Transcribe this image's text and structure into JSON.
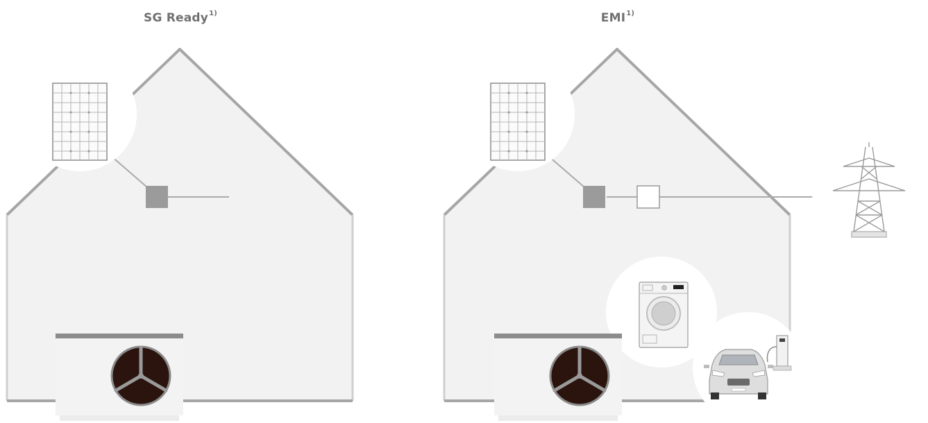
{
  "panels": [
    {
      "title": "SG Ready",
      "title_superscript": "1)"
    },
    {
      "title": "EMI",
      "title_superscript": "1)"
    }
  ],
  "colors": {
    "house_fill": "#f2f2f2",
    "house_outline": "#a6a6a6",
    "house_side": "#cfcfcf",
    "circle_fill": "#ffffff",
    "box_filled": "#9b9b9b",
    "line": "#aaaaaa",
    "fan_dark": "#2a140d",
    "unit_body": "#f3f3f3",
    "unit_top": "#8c8c8c"
  },
  "icons": [
    "solar-panel-icon",
    "inverter-box-icon",
    "energy-meter-icon",
    "power-pylon-icon",
    "washing-machine-icon",
    "car-icon",
    "wallbox-charger-icon",
    "heat-pump-fan-icon"
  ]
}
